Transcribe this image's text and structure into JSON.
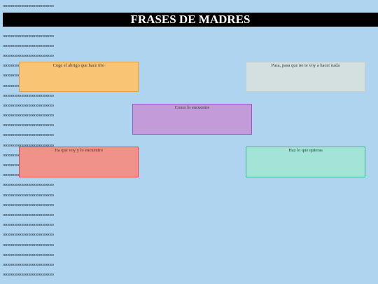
{
  "header": {
    "title": "FRASES DE MADRES"
  },
  "background": {
    "line_text": "ooooooooooooooooooooooooooooo"
  },
  "cards": [
    {
      "id": "coge-abrigo",
      "text": "Coge el abrigo que hace frio",
      "fill": "#f9c575",
      "border": "#e8a040"
    },
    {
      "id": "pasa",
      "text": "Pasa, pasa que no te voy a hacer nada",
      "fill": "#d4dfe0",
      "border": "#c4cfd0"
    },
    {
      "id": "como-lo-encuentre",
      "text": "Como lo encuentre",
      "fill": "#c49bd9",
      "border": "#9a55c4"
    },
    {
      "id": "ha-que-voy",
      "text": "Ha que voy y lo encuentro",
      "fill": "#f0928a",
      "border": "#e05050"
    },
    {
      "id": "haz-lo-que-quieras",
      "text": "Haz lo que quieras",
      "fill": "#a3e4d7",
      "border": "#3fb58c"
    }
  ]
}
